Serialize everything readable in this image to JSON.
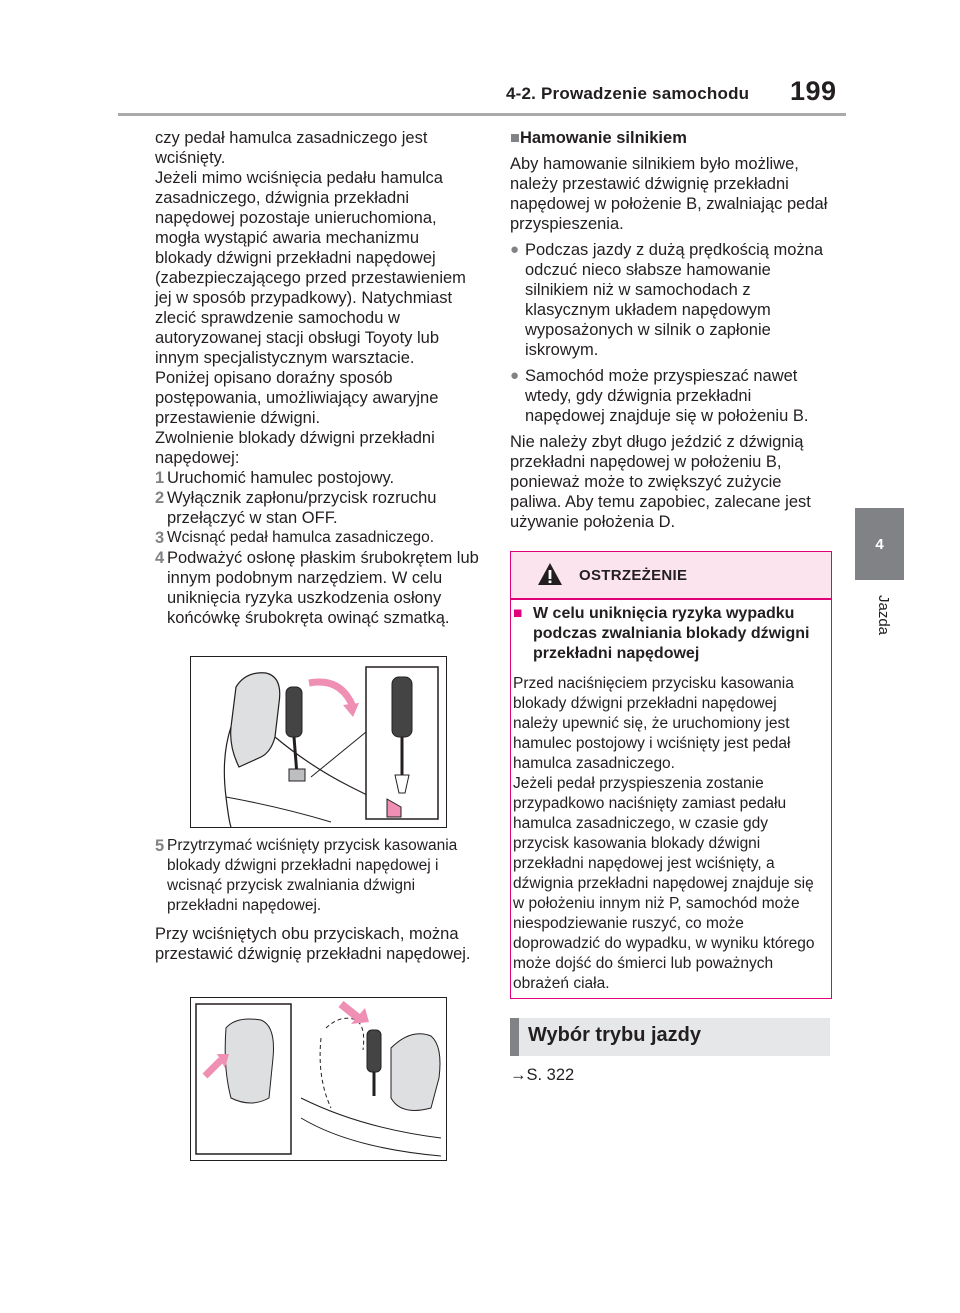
{
  "header": {
    "section_title": "4-2. Prowadzenie samochodu",
    "page_number": "199"
  },
  "side_tab": {
    "chapter_number": "4",
    "chapter_label": "Jazda"
  },
  "left_column": {
    "intro_paragraphs": [
      "czy pedał hamulca zasadniczego jest wciśnięty.",
      "Jeżeli mimo wciśnięcia pedału hamulca zasadniczego, dźwignia przekładni napędowej pozostaje unieruchomiona, mogła wystąpić awaria mechanizmu blokady dźwigni przekładni napędowej (zabezpieczającego przed przestawieniem jej w sposób przypadkowy). Natychmiast zlecić sprawdzenie samochodu w autoryzowanej stacji obsługi Toyoty lub innym specjalistycznym warsztacie.",
      "Poniżej opisano doraźny sposób postępowania, umożliwiający awaryjne przestawienie dźwigni.",
      "Zwolnienie blokady dźwigni przekładni napędowej:"
    ],
    "steps": [
      {
        "number": "1",
        "text": "Uruchomić hamulec postojowy."
      },
      {
        "number": "2",
        "text": "Wyłącznik zapłonu/przycisk rozruchu przełączyć w stan OFF."
      },
      {
        "number": "3",
        "text": "Wcisnąć pedał hamulca zasadniczego."
      },
      {
        "number": "4",
        "text": "Podważyć osłonę płaskim śrubokrętem lub innym podobnym narzędziem. W celu uniknięcia ryzyka uszkodzenia osłony końcówkę śrubokręta owinąć szmatką."
      }
    ],
    "step5": {
      "number": "5",
      "text": "Przytrzymać wciśnięty przycisk kasowania blokady dźwigni przekładni napędowej i wcisnąć przycisk zwalniania dźwigni przekładni napędowej."
    },
    "closing": "Przy wciśniętych obu przyciskach, można przestawić dźwignię przekładni napędowej."
  },
  "right_column": {
    "section_heading": "Hamowanie silnikiem",
    "paragraph1": "Aby hamowanie silnikiem było możliwe, należy przestawić dźwignię przekładni napędowej w położenie B, zwalniając pedał przyspieszenia.",
    "bullets": [
      "Podczas jazdy z dużą prędkością można odczuć nieco słabsze hamowanie silnikiem niż w samochodach z klasycznym układem napędowym wyposażonych w silnik o zapłonie iskrowym.",
      "Samochód może przyspieszać nawet wtedy, gdy dźwignia przekładni napędowej znajduje się w położeniu B."
    ],
    "paragraph2": "Nie należy zbyt długo jeździć z dźwignią przekładni napędowej w położeniu B, ponieważ może to zwiększyć zużycie paliwa. Aby temu zapobiec, zalecane jest używanie położenia D."
  },
  "warning": {
    "title": "OSTRZEŻENIE",
    "heading": "W celu uniknięcia ryzyka wypadku podczas zwalniania blokady dźwigni przekładni napędowej",
    "paragraph1": "Przed naciśnięciem przycisku kasowania blokady dźwigni przekładni napędowej należy upewnić się, że uruchomiony jest hamulec postojowy i wciśnięty jest pedał hamulca zasadniczego.",
    "paragraph2": "Jeżeli pedał przyspieszenia zostanie przypadkowo naciśnięty zamiast pedału hamulca zasadniczego, w czasie gdy przycisk kasowania blokady dźwigni przekładni napędowej jest wciśnięty, a dźwignia przekładni napędowej znajduje się w położeniu innym niż P, samochód może niespodziewanie ruszyć, co może doprowadzić do wypadku, w wyniku którego może dojść do śmierci lub poważnych obrażeń ciała.",
    "accent_color": "#e0007a"
  },
  "drive_mode": {
    "heading": "Wybór trybu jazdy",
    "reference": "→S. 322"
  },
  "icons": {
    "section_marker": "■",
    "bullet": "●",
    "warning_icon": "warning-triangle-icon"
  }
}
